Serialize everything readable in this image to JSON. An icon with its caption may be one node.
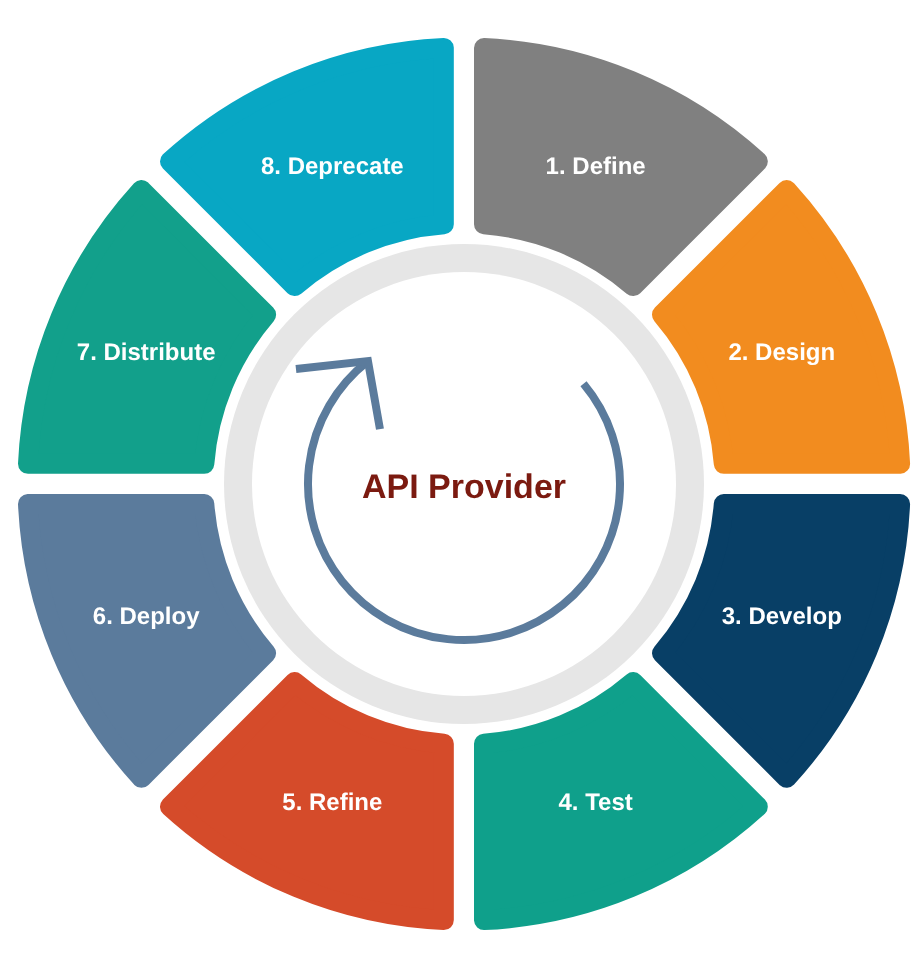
{
  "diagram": {
    "nodes": [
      {
        "text": [
          "1. Define"
        ]
      },
      {
        "text": [
          "2. Design"
        ]
      },
      {
        "text": [
          "3. Develop"
        ]
      },
      {
        "text": [
          "4. Test"
        ]
      },
      {
        "text": [
          "5. Refine"
        ]
      },
      {
        "text": [
          "6. Deploy"
        ]
      },
      {
        "text": [
          "7. Distribute"
        ]
      },
      {
        "text": [
          "8. Deprecate"
        ]
      },
      {
        "text": [
          "API Provider"
        ]
      }
    ]
  }
}
